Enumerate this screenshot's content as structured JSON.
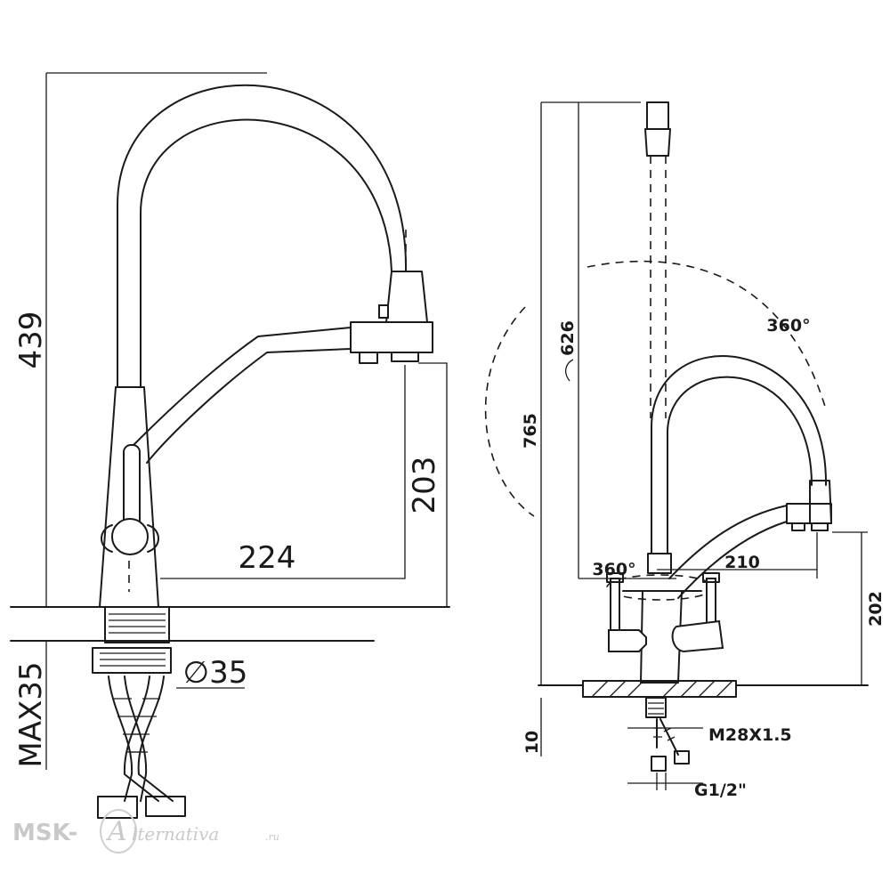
{
  "left_view": {
    "dims": {
      "height_total": "439",
      "height_spout": "203",
      "reach": "224",
      "mount_max": "MAX35",
      "hole_dia": "∅35"
    }
  },
  "right_view": {
    "dims": {
      "height_total": "765",
      "height_spout": "626",
      "height_outlet": "202",
      "reach": "210",
      "rotation_top": "360°",
      "rotation_bottom": "360°",
      "counter_thickness": "10",
      "thread": "M28X1.5",
      "connection": "G1/2\""
    }
  },
  "watermark": {
    "prefix": "MSK-",
    "initial": "A",
    "rest": "lternativa",
    "suffix": ".ru"
  }
}
